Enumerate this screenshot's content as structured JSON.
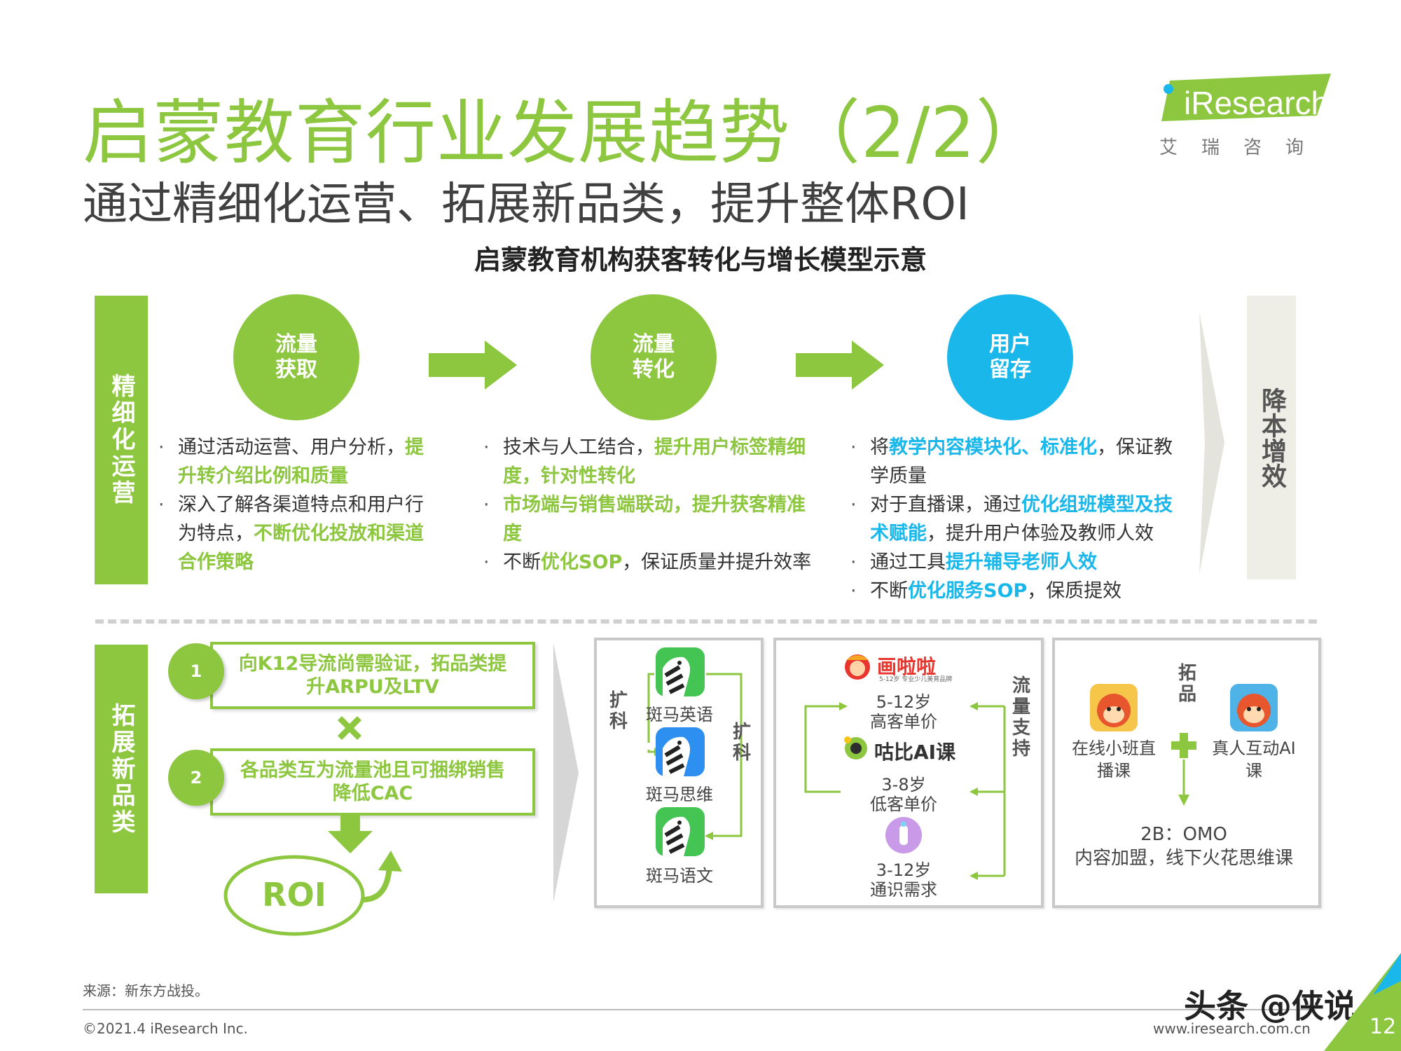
{
  "header": {
    "title": "启蒙教育行业发展趋势（2/2）",
    "subtitle": "通过精细化运营、拓展新品类，提升整体ROI"
  },
  "logo": {
    "en": "iResearch",
    "cn": "艾瑞咨询"
  },
  "diagram_title": "启蒙教育机构获客转化与增长模型示意",
  "section1": {
    "label": "精细化运营",
    "stages": [
      {
        "circle": "流量获取",
        "bullets": [
          [
            {
              "t": "通过活动运营、用户分析，"
            },
            {
              "t": "提升转介绍比例和质量",
              "hl": "g"
            }
          ],
          [
            {
              "t": "深入了解各渠道特点和用户行为特点，"
            },
            {
              "t": "不断优化投放和渠道合作策略",
              "hl": "g"
            }
          ]
        ]
      },
      {
        "circle": "流量转化",
        "bullets": [
          [
            {
              "t": "技术与人工结合，"
            },
            {
              "t": "提升用户标签精细度，针对性转化",
              "hl": "g"
            }
          ],
          [
            {
              "t": "市场端与销售端联动，提升获客精准度",
              "hl": "g"
            }
          ],
          [
            {
              "t": "不断"
            },
            {
              "t": "优化SOP",
              "hl": "g"
            },
            {
              "t": "，保证质量并提升效率"
            }
          ]
        ]
      },
      {
        "circle": "用户留存",
        "bullets": [
          [
            {
              "t": "将"
            },
            {
              "t": "教学内容模块化、标准化",
              "hl": "b"
            },
            {
              "t": "，保证教学质量"
            }
          ],
          [
            {
              "t": "对于直播课，通过"
            },
            {
              "t": "优化组班模型及技术赋能",
              "hl": "b"
            },
            {
              "t": "，提升用户体验及教师人效"
            }
          ],
          [
            {
              "t": "通过工具"
            },
            {
              "t": "提升辅导老师人效",
              "hl": "b"
            }
          ],
          [
            {
              "t": "不断"
            },
            {
              "t": "优化服务SOP",
              "hl": "b"
            },
            {
              "t": "，保质提效"
            }
          ]
        ]
      }
    ],
    "result": "降本增效"
  },
  "section2": {
    "label": "拓展新品类",
    "steps": [
      {
        "num": "1",
        "text": "向K12导流尚需验证，拓品类提升ARPU及LTV"
      },
      {
        "num": "2",
        "text": "各品类互为流量池且可捆绑销售降低CAC"
      }
    ],
    "roi": "ROI",
    "panel1": {
      "side_left": "扩科",
      "side_right": "扩科",
      "apps": [
        "斑马英语",
        "斑马思维",
        "斑马语文"
      ]
    },
    "panel2": {
      "brand_text": "画啦啦",
      "brand_tag": "5-12岁 专业少儿美育品牌",
      "side": "流量支持",
      "items": [
        {
          "age": "5-12岁",
          "desc": "高客单价"
        },
        {
          "brand": "咕比AI课"
        },
        {
          "age": "3-8岁",
          "desc": "低客单价"
        },
        {
          "age": "3-12岁",
          "desc": "通识需求"
        }
      ]
    },
    "panel3": {
      "side": "拓品",
      "left": "在线小班直播课",
      "right": "真人互动AI课",
      "bottom_title": "2B：OMO",
      "bottom_desc": "内容加盟，线下火花思维课"
    }
  },
  "footer": {
    "source": "来源：新东方战投。",
    "copyright": "©2021.4 iResearch Inc.",
    "url": "www.iresearch.com.cn",
    "page": "12",
    "watermark": "头条 @侠说"
  },
  "colors": {
    "green": "#8dc63f",
    "blue": "#1ab7ea",
    "gray_box": "#eeede6"
  }
}
